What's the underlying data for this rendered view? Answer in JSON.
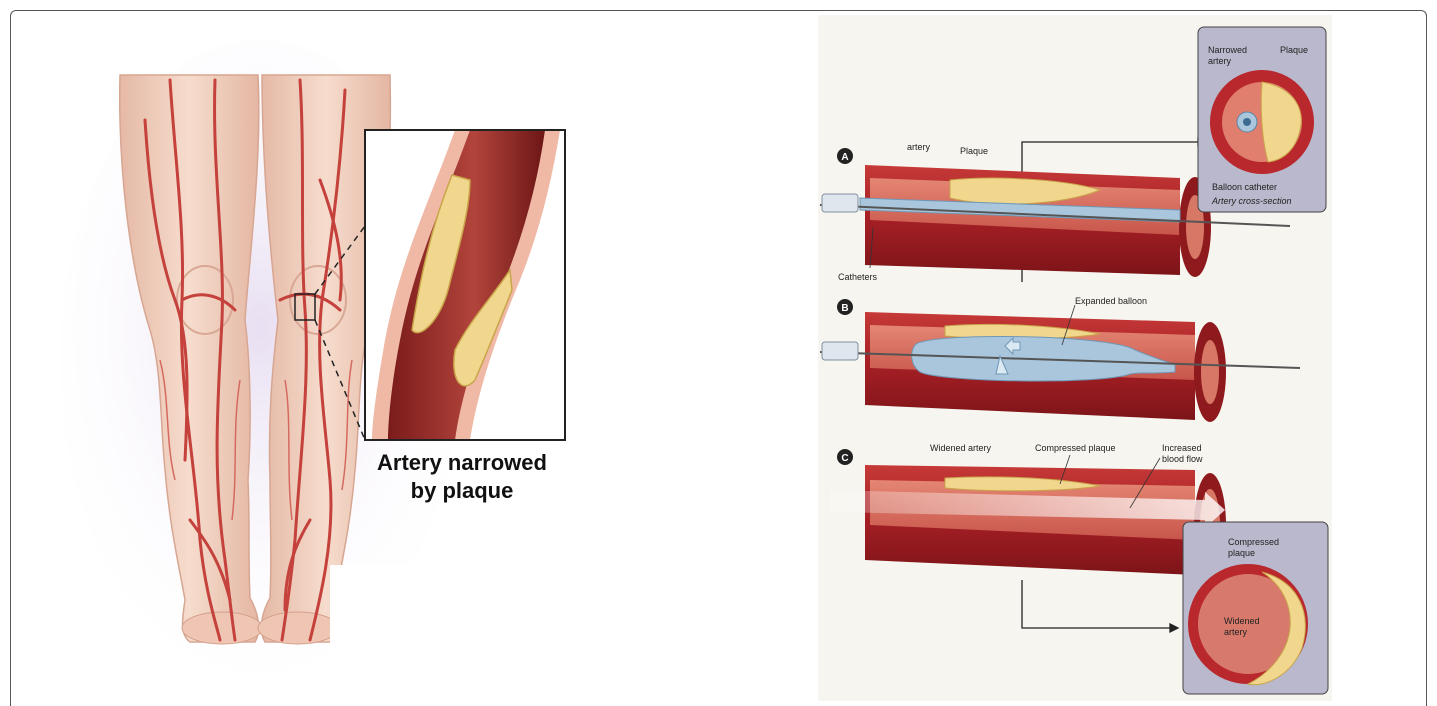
{
  "left_figure": {
    "callout_line1": "Artery narrowed",
    "callout_line2": "by plaque"
  },
  "right_figure": {
    "stage_a": {
      "marker": "A",
      "artery": "artery",
      "plaque": "Plaque",
      "catheters": "Catheters"
    },
    "inset_a": {
      "narrowed_line1": "Narrowed",
      "narrowed_line2": "artery",
      "plaque": "Plaque",
      "balloon_catheter": "Balloon catheter",
      "cross_section": "Artery cross-section"
    },
    "stage_b": {
      "marker": "B",
      "expanded_balloon": "Expanded balloon"
    },
    "stage_c": {
      "marker": "C",
      "widened_artery": "Widened artery",
      "compressed_plaque": "Compressed plaque",
      "increased_line1": "Increased",
      "increased_line2": "blood flow"
    },
    "inset_c": {
      "compressed_line1": "Compressed",
      "compressed_line2": "plaque",
      "widened_line1": "Widened",
      "widened_line2": "artery"
    }
  },
  "colors": {
    "skin": "#f2d3c3",
    "vein": "#c5413c",
    "artery_outer": "#b8282c",
    "artery_inner": "#e77b6a",
    "plaque": "#f1d68d",
    "balloon": "#a9c6dc",
    "inset_bg": "#b9b8cc",
    "panel_bg": "#f7f5ef"
  }
}
